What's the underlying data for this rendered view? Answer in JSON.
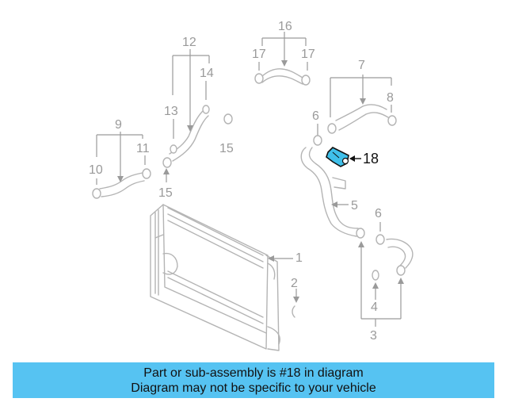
{
  "diagram": {
    "callouts": {
      "c1": "1",
      "c2": "2",
      "c3": "3",
      "c4": "4",
      "c5": "5",
      "c6a": "6",
      "c6b": "6",
      "c7": "7",
      "c8": "8",
      "c9": "9",
      "c10": "10",
      "c11": "11",
      "c12": "12",
      "c13": "13",
      "c14": "14",
      "c15a": "15",
      "c15b": "15",
      "c16": "16",
      "c17a": "17",
      "c17b": "17",
      "c18": "18"
    },
    "highlight_color": "#3fc0ea"
  },
  "banner": {
    "line1": "Part or sub-assembly is #18 in diagram",
    "line2": "Diagram may not be specific to your vehicle",
    "background": "#56c3f2"
  }
}
